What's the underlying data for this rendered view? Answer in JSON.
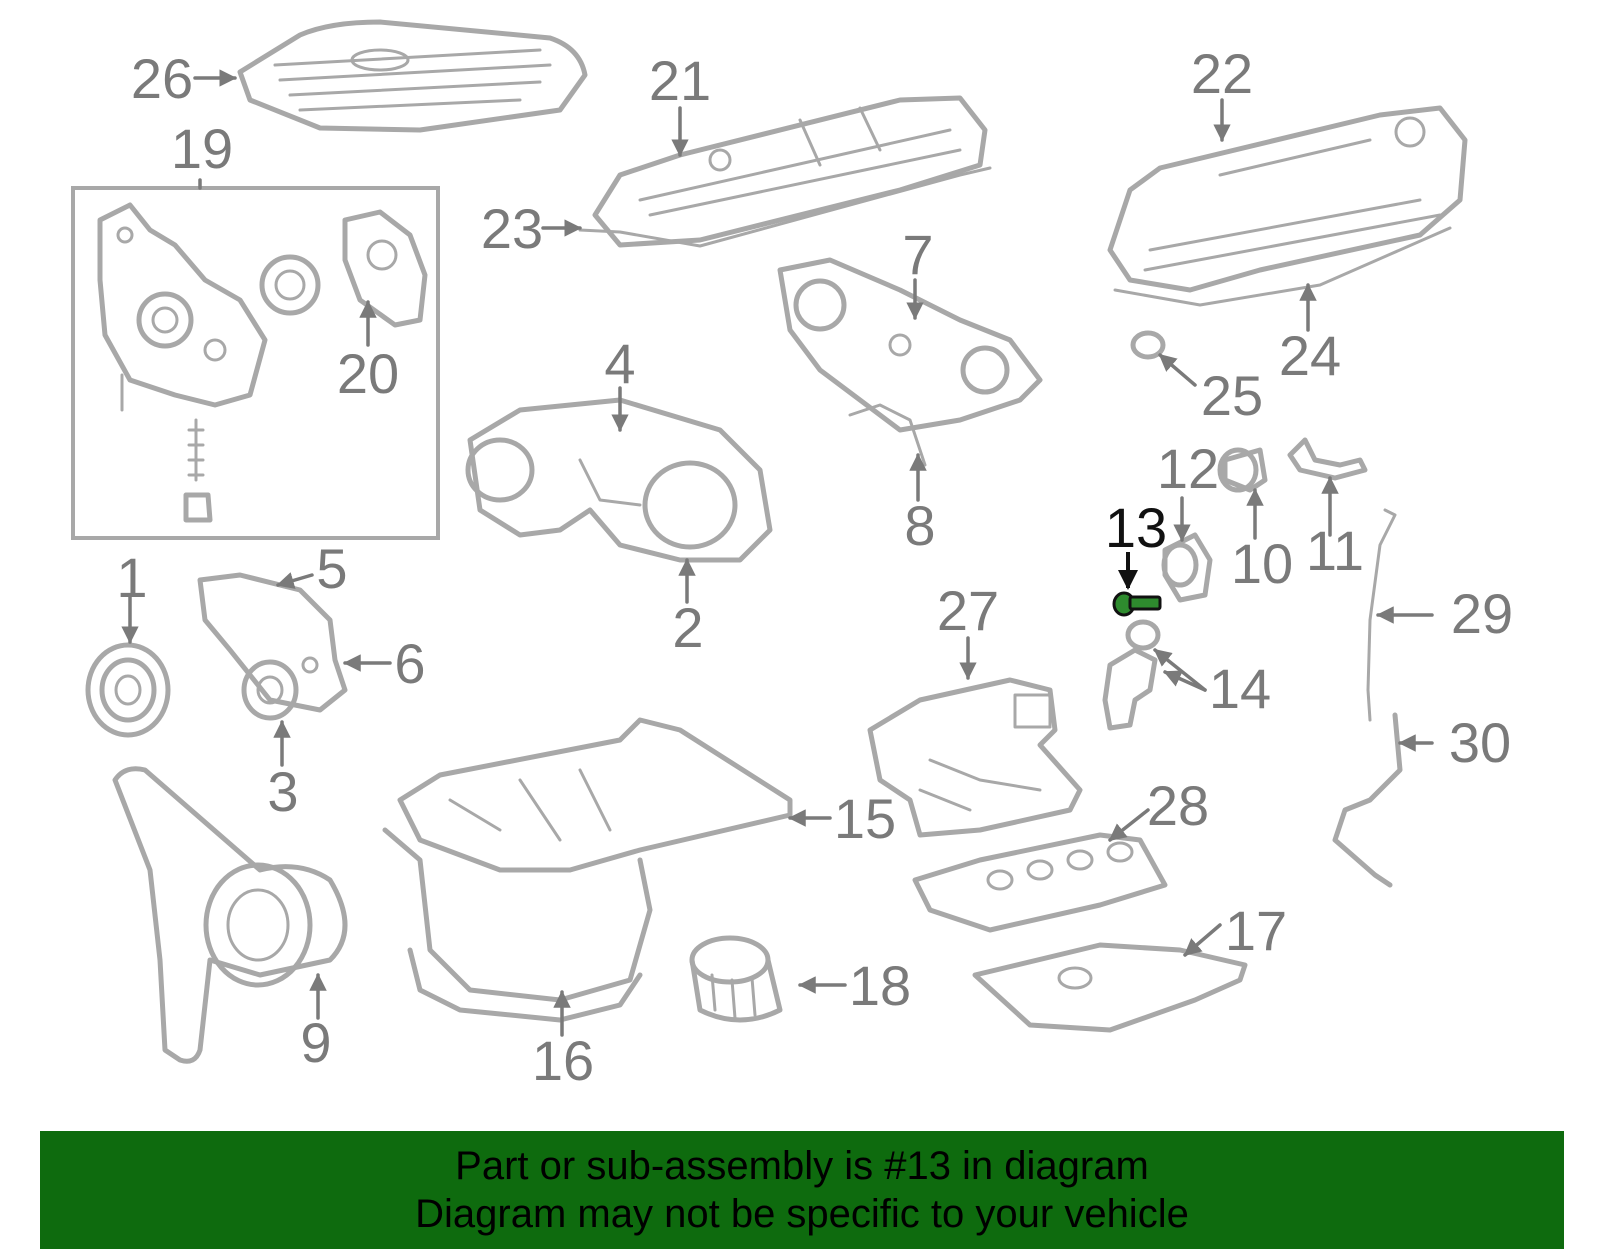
{
  "highlight": {
    "part_number": "13",
    "color": "#2e8b2e"
  },
  "banner": {
    "line1": "Part or sub-assembly is #13 in diagram",
    "line2": "Diagram may not be specific to your vehicle",
    "background_color": "#0e6b0e"
  },
  "callouts": {
    "c1": "1",
    "c2": "2",
    "c3": "3",
    "c4": "4",
    "c5": "5",
    "c6": "6",
    "c7": "7",
    "c8": "8",
    "c9": "9",
    "c10": "10",
    "c11": "11",
    "c12": "12",
    "c13": "13",
    "c14": "14",
    "c15": "15",
    "c16": "16",
    "c17": "17",
    "c18": "18",
    "c19": "19",
    "c20": "20",
    "c21": "21",
    "c22": "22",
    "c23": "23",
    "c24": "24",
    "c25": "25",
    "c26": "26",
    "c27": "27",
    "c28": "28",
    "c29": "29",
    "c30": "30"
  }
}
